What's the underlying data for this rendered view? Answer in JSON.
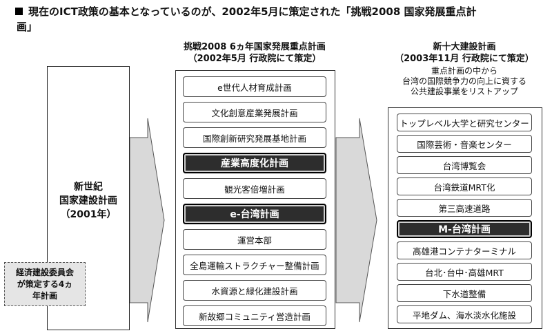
{
  "heading": {
    "line1": "現在のICT政策の基本となっているのが、2002年5月に策定された「挑戦2008 国家発展重点計",
    "line2": "画」"
  },
  "left": {
    "label_lines": [
      "新世紀",
      "国家建設計画",
      "（2001年）"
    ],
    "note_lines": [
      "経済建設委員会",
      "が策定する4ヵ",
      "年計画"
    ]
  },
  "middle": {
    "title_line1": "挑戦2008 6ヵ年国家発展重点計画",
    "title_line2": "（2002年5月 行政院にて策定）",
    "items": [
      {
        "label": "e世代人材育成計画",
        "highlight": false
      },
      {
        "label": "文化創意産業発展計画",
        "highlight": false
      },
      {
        "label": "国際創新研究発展基地計画",
        "highlight": false
      },
      {
        "label": "産業高度化計画",
        "highlight": true
      },
      {
        "label": "観光客倍増計画",
        "highlight": false
      },
      {
        "label": "e-台湾計画",
        "highlight": true
      },
      {
        "label": "運営本部",
        "highlight": false
      },
      {
        "label": "全島運輸ストラクチャー整備計画",
        "highlight": false
      },
      {
        "label": "水資源と緑化建設計画",
        "highlight": false
      },
      {
        "label": "新故郷コミュニティ営造計画",
        "highlight": false
      }
    ]
  },
  "right": {
    "title_line1": "新十大建設計画",
    "title_line2": "（2003年11月 行政院にて策定）",
    "sub_lines": [
      "重点計画の中から",
      "台湾の国際競争力の向上に資する",
      "公共建設事業をリストアップ"
    ],
    "items": [
      {
        "label": "トップレベル大学と研究センター",
        "highlight": false
      },
      {
        "label": "国際芸術・音楽センター",
        "highlight": false
      },
      {
        "label": "台湾博覧会",
        "highlight": false
      },
      {
        "label": "台湾鉄道MRT化",
        "highlight": false
      },
      {
        "label": "第三高速道路",
        "highlight": false
      },
      {
        "label": "M-台湾計画",
        "highlight": true
      },
      {
        "label": "高雄港コンテナターミナル",
        "highlight": false
      },
      {
        "label": "台北･台中･高雄MRT",
        "highlight": false
      },
      {
        "label": "下水道整備",
        "highlight": false
      },
      {
        "label": "平地ダム、海水淡水化施設",
        "highlight": false
      }
    ]
  }
}
